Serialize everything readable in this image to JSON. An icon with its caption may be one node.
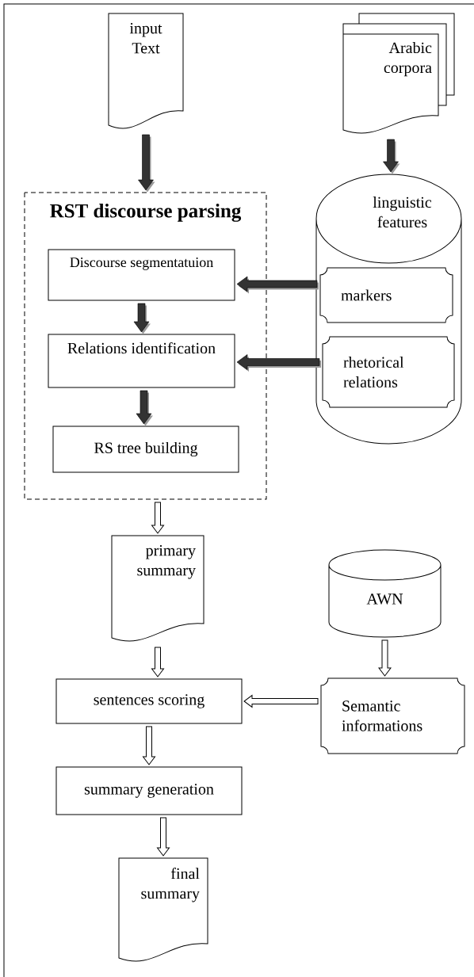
{
  "diagram": {
    "nodes": [
      {
        "text": [
          "input Text"
        ]
      },
      {
        "text": [
          "Arabic corpora"
        ]
      },
      {
        "text": [
          "RST discourse parsing"
        ]
      },
      {
        "text": [
          "Discourse segmentatuion"
        ],
        "in": 2
      },
      {
        "text": [
          "Relations identification"
        ],
        "in": 2
      },
      {
        "text": [
          "RS tree building"
        ],
        "in": 2
      },
      {
        "text": [
          "linguistic features"
        ]
      },
      {
        "text": [
          "markers"
        ],
        "in": 6
      },
      {
        "text": [
          "rhetorical relations"
        ],
        "in": 6
      },
      {
        "text": [
          "primary summary"
        ]
      },
      {
        "text": [
          "AWN"
        ]
      },
      {
        "text": [
          "sentences scoring"
        ]
      },
      {
        "text": [
          "Semantic informations"
        ]
      },
      {
        "text": [
          "summary generation"
        ]
      },
      {
        "text": [
          "final summary"
        ]
      }
    ],
    "edges": [
      {
        "from": 0,
        "to": 2,
        "arrow": "to",
        "style": "thick"
      },
      {
        "from": 1,
        "to": 6,
        "arrow": "to",
        "style": "thick"
      },
      {
        "from": 7,
        "to": 3,
        "arrow": "to",
        "style": "thick"
      },
      {
        "from": 3,
        "to": 4,
        "arrow": "to",
        "style": "thick"
      },
      {
        "from": 8,
        "to": 4,
        "arrow": "to",
        "style": "thick"
      },
      {
        "from": 4,
        "to": 5,
        "arrow": "to",
        "style": "thick"
      },
      {
        "from": 2,
        "to": 9,
        "arrow": "to"
      },
      {
        "from": 10,
        "to": 12,
        "arrow": "to"
      },
      {
        "from": 9,
        "to": 11,
        "arrow": "to"
      },
      {
        "from": 12,
        "to": 11,
        "arrow": "to"
      },
      {
        "from": 11,
        "to": 13,
        "arrow": "to"
      },
      {
        "from": 13,
        "to": 14,
        "arrow": "to"
      }
    ]
  }
}
